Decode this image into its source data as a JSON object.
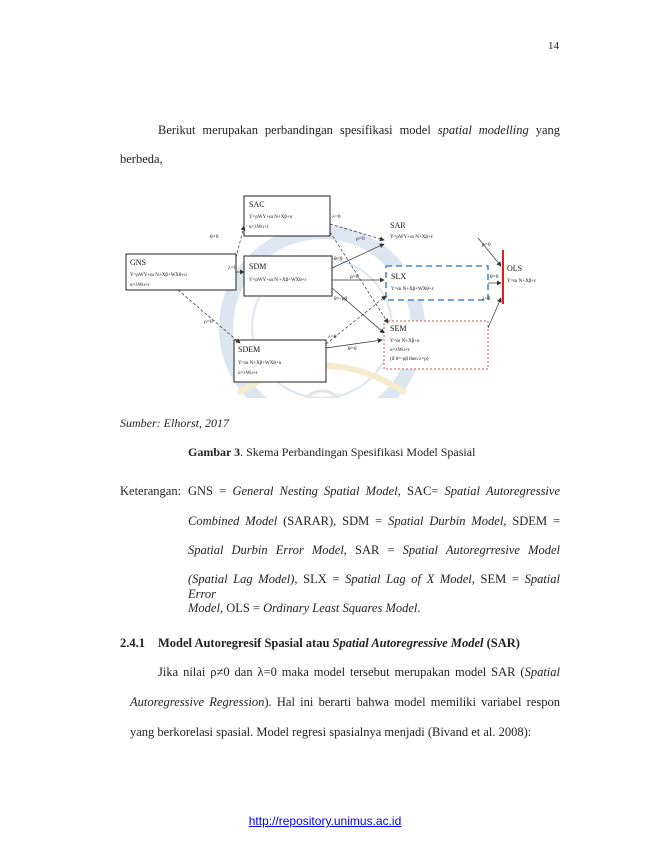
{
  "page_number": "14",
  "intro": {
    "line1_a": "Berikut merupakan perbandingan spesifikasi model ",
    "line1_em": "spatial modelling",
    "line1_b": " yang",
    "line2": "berbeda,"
  },
  "figure": {
    "nodes": {
      "sac": {
        "name": "SAC",
        "eq1": "Y=ρWY+αι N+Xβ+u",
        "eq2": "u=λWu+ε"
      },
      "gns": {
        "name": "GNS",
        "eq1": "Y=ρWY+αι N+Xβ+WXθ+u",
        "eq2": "u=λWu+ε"
      },
      "sdm": {
        "name": "SDM",
        "eq1": "Y=ρWY+αι N +Xβ+WXθ+ε"
      },
      "sdem": {
        "name": "SDEM",
        "eq1": "Y=αι N+Xβ+WXθ+u",
        "eq2": "u=λWu+ε"
      },
      "sar": {
        "name": "SAR",
        "eq1": "Y=ρWY+αι N+Xβ+ε"
      },
      "slx": {
        "name": "SLX",
        "eq1": "Y=αι N+Xβ+WXθ+ε"
      },
      "sem": {
        "name": "SEM",
        "eq1": "Y=αι N+Xβ+u",
        "eq2": "u=λWu+ε",
        "eq3": "(if θ=-ρβ then λ=ρ)"
      },
      "ols": {
        "name": "OLS",
        "eq1": "Y=αι N+Xβ+ε"
      }
    },
    "edge_labels": {
      "gns_sac": "θ=0",
      "gns_sdm": "λ=0",
      "gns_sdem": "ρ=0",
      "sac_sar": "λ=0",
      "sac_sem": "ρ=0",
      "sdm_sar": "θ=0",
      "sdm_slx": "ρ=0",
      "sdm_sem": "θ=-ρβ",
      "sdem_slx": "λ=0",
      "sdem_sem": "θ=0",
      "sar_ols": "ρ=0",
      "slx_ols": "θ=0",
      "sem_ols": "λ=0"
    }
  },
  "caption": {
    "source": "Sumber: Elhorst, 2017",
    "label": "Gambar 3",
    "text": ". Skema Perbandingan Spesifikasi Model Spasial"
  },
  "notes": {
    "label": "Keterangan:",
    "l1_a": "GNS = ",
    "l1_em": "General Nesting Spatial Model",
    "l1_b": ", SAC= ",
    "l1_em2": "Spatial Autoregressive",
    "l2_em": "Combined Model",
    "l2_b": " (SARAR), SDM = ",
    "l2_em2": "Spatial Durbin Model",
    "l2_c": ", SDEM =",
    "l3_em": "Spatial Durbin Error Model",
    "l3_b": ", SAR = ",
    "l3_em2": "Spatial Autoregrresive Model",
    "l4_em": "(Spatial Lag Model)",
    "l4_b": ", SLX = ",
    "l4_em2": "Spatial Lag of X Model",
    "l4_c": ", SEM = ",
    "l4_em3": "Spatial Error",
    "l5_em": "Model",
    "l5_b": ", OLS = ",
    "l5_em2": "Ordinary Least Squares Model",
    "l5_c": "."
  },
  "section": {
    "number": "2.4.1",
    "title_a": "Model Autoregresif Spasial atau ",
    "title_em": "Spatial Autoregressive Model",
    "title_b": " (SAR)"
  },
  "body": {
    "l1_a": "Jika nilai ρ≠0 dan λ=0 maka model tersebut merupakan model SAR (",
    "l1_em": "Spatial",
    "l2_em": "Autoregressive Regression",
    "l2_b": "). Hal ini berarti bahwa model memiliki variabel respon",
    "l3": "yang berkorelasi spasial. Model regresi spasialnya menjadi (Bivand et al. 2008):"
  },
  "footer": {
    "link": "http://repository.unimus.ac.id"
  },
  "colors": {
    "slx_box": "#4a86c8",
    "sem_box": "#e05050",
    "ols_bar": "#e02020",
    "watermark": "#9db8d8"
  }
}
